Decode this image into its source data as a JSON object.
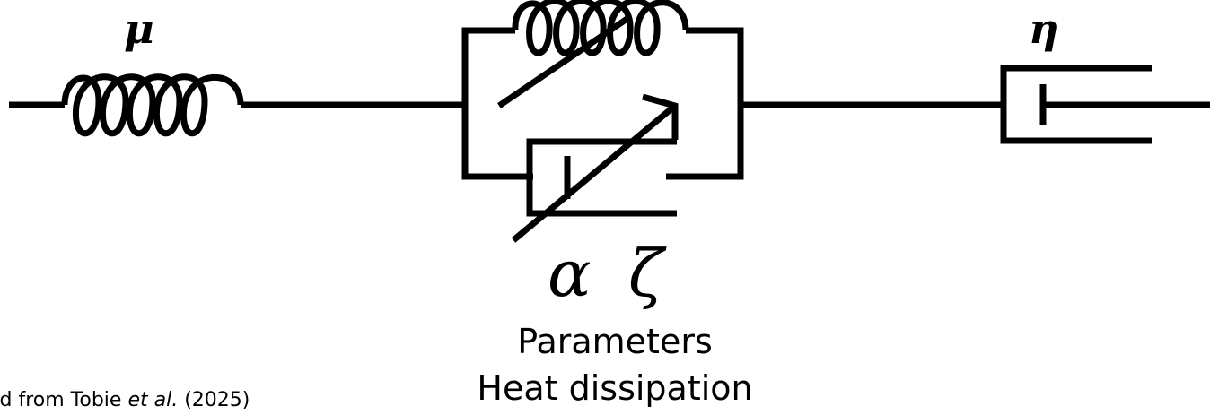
{
  "symbols": {
    "spring_1": "μ",
    "dashpot_1": "η",
    "param_alpha": "α",
    "param_zeta": "ζ"
  },
  "labels": {
    "parameters": "Parameters",
    "heat": "Heat dissipation",
    "source_prefix": "ed from Tobie ",
    "source_etal": "et al.",
    "source_suffix": " (2025)"
  }
}
